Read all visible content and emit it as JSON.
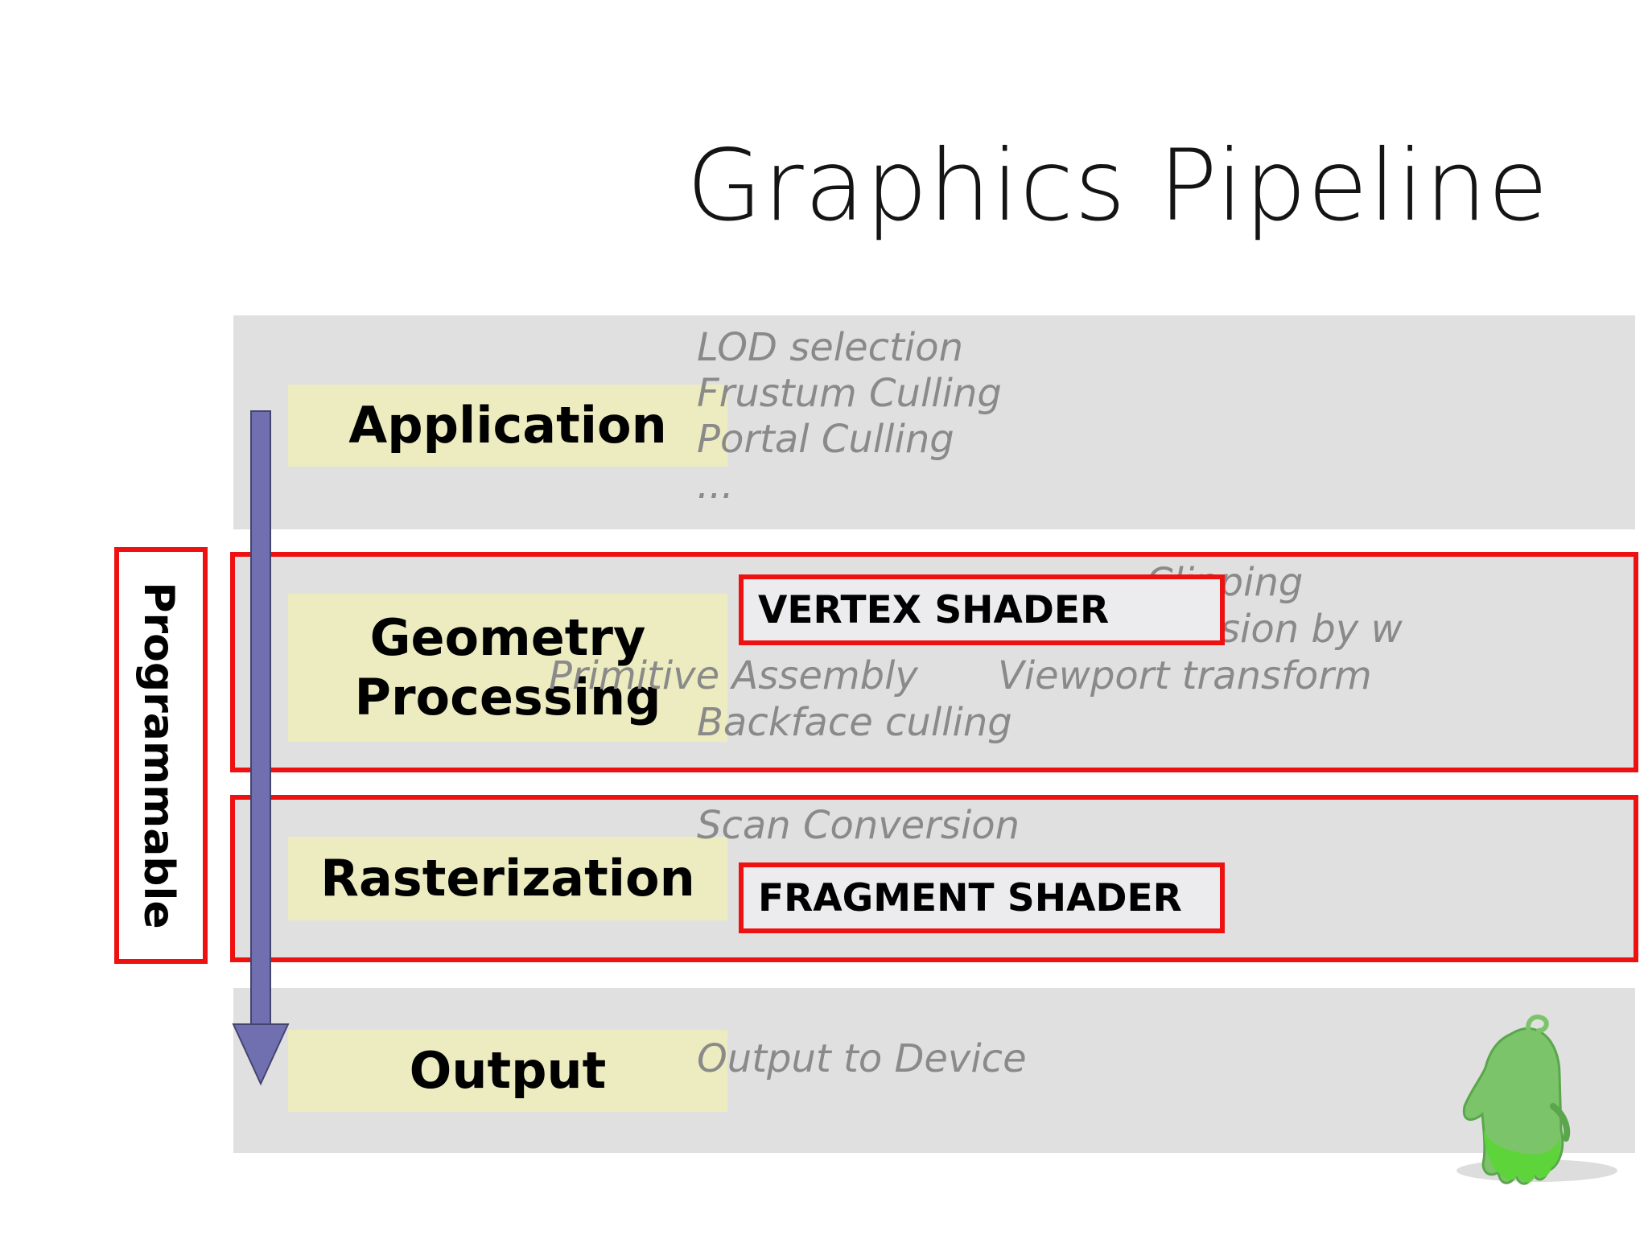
{
  "title": "Graphics Pipeline",
  "programmable_label": "Programmable",
  "stages": {
    "application": {
      "label": "Application",
      "notes": [
        "LOD selection",
        "Frustum Culling",
        "Portal Culling",
        "..."
      ]
    },
    "geometry": {
      "label": "Geometry\nProcessing",
      "shader": "VERTEX SHADER",
      "notes": {
        "clipping": "Clipping",
        "division": "Division by w",
        "primitive_assembly": "Primitive Assembly",
        "viewport_transform": "Viewport transform",
        "backface_culling": "Backface culling"
      }
    },
    "rasterization": {
      "label": "Rasterization",
      "shader": "FRAGMENT SHADER",
      "notes": {
        "scan_conversion": "Scan Conversion"
      }
    },
    "output": {
      "label": "Output",
      "notes": {
        "output_to_device": "Output to Device"
      }
    }
  },
  "colors": {
    "band": "#e0e0e0",
    "stage_box": "#ececc0",
    "highlight_border": "#ee1111",
    "arrow": "#7070b0",
    "note_text": "#8a8a8a",
    "mascot": "#7cc46a"
  },
  "icons": {
    "flow_arrow": "down-arrow",
    "mascot": "green-ghost-mascot"
  }
}
